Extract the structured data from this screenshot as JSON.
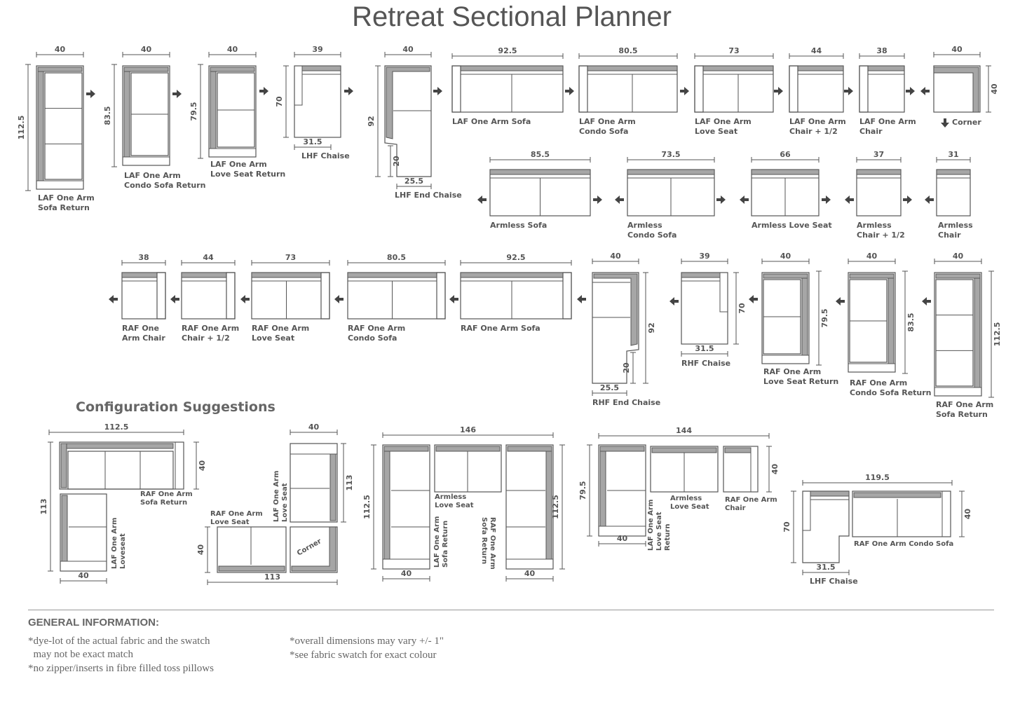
{
  "header": {
    "title": "Retreat Sectional Planner"
  },
  "colors": {
    "line": "#555555",
    "arm": "#a6a6a6",
    "text": "#555555",
    "brand": "#55b947"
  },
  "pieces": [
    {
      "id": "laf-one-arm-sofa-return",
      "label": "LAF One Arm\nSofa Return",
      "dims": [
        "40",
        "112.5"
      ]
    },
    {
      "id": "laf-one-arm-condo-sofa-return",
      "label": "LAF One Arm\nCondo Sofa Return",
      "dims": [
        "40",
        "83.5"
      ]
    },
    {
      "id": "laf-one-arm-love-seat-return",
      "label": "LAF One Arm\nLove Seat Return",
      "dims": [
        "40",
        "79.5"
      ]
    },
    {
      "id": "lhf-chaise",
      "label": "LHF Chaise",
      "dims": [
        "39",
        "70",
        "31.5"
      ]
    },
    {
      "id": "lhf-end-chaise",
      "label": "LHF End Chaise",
      "dims": [
        "40",
        "92",
        "20",
        "25.5"
      ]
    },
    {
      "id": "laf-one-arm-sofa",
      "label": "LAF One Arm Sofa",
      "dims": [
        "92.5"
      ]
    },
    {
      "id": "laf-one-arm-condo-sofa",
      "label": "LAF One Arm\nCondo Sofa",
      "dims": [
        "80.5"
      ]
    },
    {
      "id": "laf-one-arm-love-seat",
      "label": "LAF One Arm\nLove Seat",
      "dims": [
        "73"
      ]
    },
    {
      "id": "laf-one-arm-chair-half",
      "label": "LAF One Arm\nChair + 1/2",
      "dims": [
        "44"
      ]
    },
    {
      "id": "laf-one-arm-chair",
      "label": "LAF One Arm\nChair",
      "dims": [
        "38"
      ]
    },
    {
      "id": "corner",
      "label": "Corner",
      "dims": [
        "40",
        "40"
      ]
    },
    {
      "id": "armless-sofa",
      "label": "Armless Sofa",
      "dims": [
        "85.5"
      ]
    },
    {
      "id": "armless-condo-sofa",
      "label": "Armless\nCondo Sofa",
      "dims": [
        "73.5"
      ]
    },
    {
      "id": "armless-love-seat",
      "label": "Armless Love Seat",
      "dims": [
        "66"
      ]
    },
    {
      "id": "armless-chair-half",
      "label": "Armless\nChair + 1/2",
      "dims": [
        "37"
      ]
    },
    {
      "id": "armless-chair",
      "label": "Armless\nChair",
      "dims": [
        "31"
      ]
    },
    {
      "id": "raf-one-arm-chair",
      "label": "RAF One\nArm Chair",
      "dims": [
        "38"
      ]
    },
    {
      "id": "raf-one-arm-chair-half",
      "label": "RAF One Arm\nChair + 1/2",
      "dims": [
        "44"
      ]
    },
    {
      "id": "raf-one-arm-love-seat",
      "label": "RAF One Arm\nLove Seat",
      "dims": [
        "73"
      ]
    },
    {
      "id": "raf-one-arm-condo-sofa",
      "label": "RAF One Arm\nCondo Sofa",
      "dims": [
        "80.5"
      ]
    },
    {
      "id": "raf-one-arm-sofa",
      "label": "RAF One Arm Sofa",
      "dims": [
        "92.5"
      ]
    },
    {
      "id": "rhf-end-chaise",
      "label": "RHF End Chaise",
      "dims": [
        "40",
        "92",
        "20",
        "25.5"
      ]
    },
    {
      "id": "rhf-chaise",
      "label": "RHF Chaise",
      "dims": [
        "39",
        "70",
        "31.5"
      ]
    },
    {
      "id": "raf-one-arm-love-seat-return",
      "label": "RAF One Arm\nLove Seat Return",
      "dims": [
        "40",
        "79.5"
      ]
    },
    {
      "id": "raf-one-arm-condo-sofa-return",
      "label": "RAF One Arm\nCondo Sofa Return",
      "dims": [
        "40",
        "83.5"
      ]
    },
    {
      "id": "raf-one-arm-sofa-return",
      "label": "RAF One Arm\nSofa Return",
      "dims": [
        "40",
        "112.5"
      ]
    }
  ],
  "configuration": {
    "title": "Configuration Suggestions",
    "configs": [
      {
        "id": "config-1",
        "dims": [
          "112.5",
          "40",
          "113",
          "40"
        ],
        "labels": [
          "RAF One Arm\nSofa Return",
          "LAF One Arm\nLoveseat"
        ]
      },
      {
        "id": "config-2",
        "dims": [
          "40",
          "113",
          "40",
          "113"
        ],
        "labels": [
          "RAF One Arm\nLove Seat",
          "LAF One Arm\nLove Seat",
          "Corner"
        ]
      },
      {
        "id": "config-3",
        "dims": [
          "146",
          "112.5",
          "112.5",
          "40",
          "40"
        ],
        "labels": [
          "Armless\nLove Seat",
          "LAF One Arm\nSofa Return",
          "RAF One Arm\nSofa Return"
        ]
      },
      {
        "id": "config-4",
        "dims": [
          "144",
          "79.5",
          "40",
          "40"
        ],
        "labels": [
          "Armless\nLove Seat",
          "RAF One Arm\nChair",
          "LAF One Arm\nLove Seat\nReturn"
        ]
      },
      {
        "id": "config-5",
        "dims": [
          "119.5",
          "40",
          "70",
          "31.5"
        ],
        "labels": [
          "RAF One Arm Condo Sofa",
          "LHF Chaise"
        ]
      }
    ]
  },
  "general": {
    "heading": "GENERAL INFORMATION:",
    "notes": [
      "*dye-lot of the actual fabric and the swatch\n  may not be exact match",
      "*no zipper/inserts in fibre filled toss pillows",
      "*overall dimensions may vary +/- 1\"",
      "*see fabric swatch for exact colour"
    ]
  }
}
